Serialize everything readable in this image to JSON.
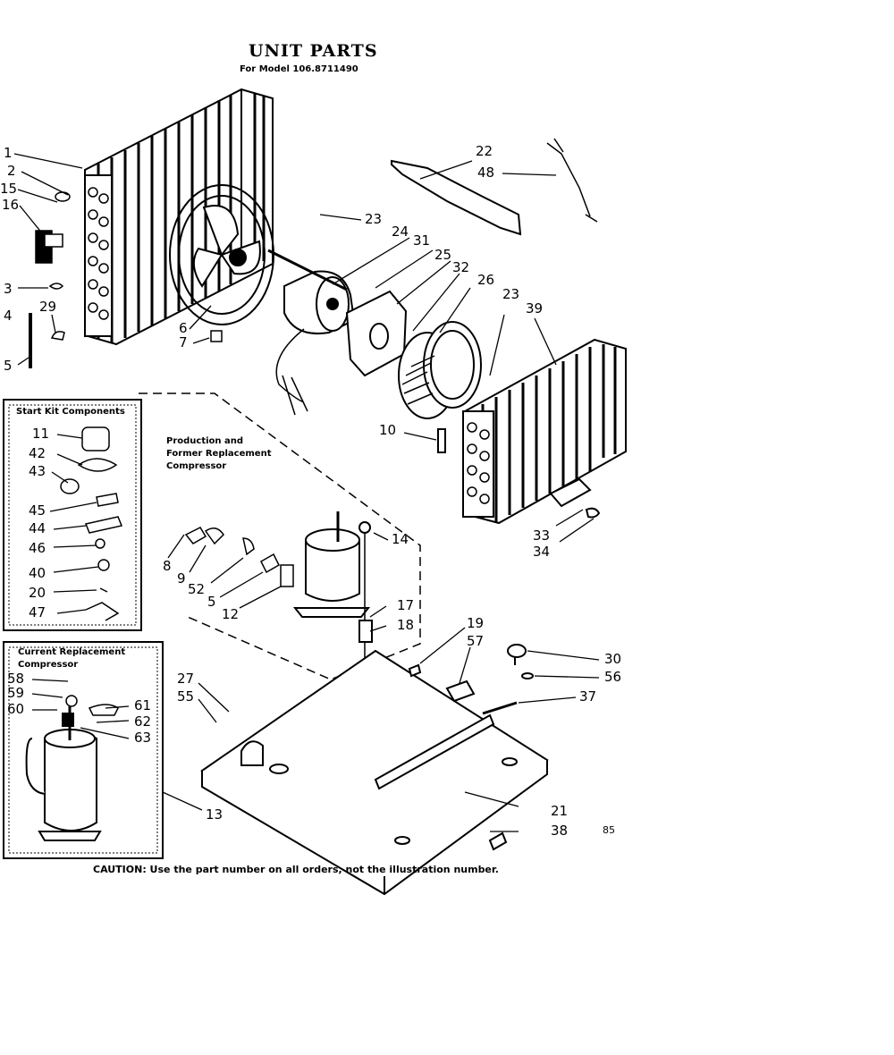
{
  "header": {
    "title": "UNIT PARTS",
    "subtitle": "For Model 106.8711490"
  },
  "start_kit_box": {
    "title": "Start Kit Components"
  },
  "production_note": {
    "lines": [
      "Production and",
      "Former Replacement",
      "Compressor"
    ]
  },
  "current_box": {
    "lines": [
      "Current Replacement",
      "Compressor"
    ]
  },
  "caution": "CAUTION: Use the part number on all orders, not the illustration number.",
  "code": "85",
  "callouts": {
    "c1": "1",
    "c2": "2",
    "c15": "15",
    "c16": "16",
    "c3": "3",
    "c29": "29",
    "c4": "4",
    "c5": "5",
    "c6": "6",
    "c7": "7",
    "c22": "22",
    "c48": "48",
    "c23a": "23",
    "c24": "24",
    "c31": "31",
    "c25": "25",
    "c32": "32",
    "c26": "26",
    "c23b": "23",
    "c39": "39",
    "c10": "10",
    "c33": "33",
    "c34": "34",
    "c11": "11",
    "c42": "42",
    "c43": "43",
    "c45": "45",
    "c44": "44",
    "c46": "46",
    "c40": "40",
    "c20": "20",
    "c47": "47",
    "c8": "8",
    "c9": "9",
    "c52": "52",
    "c5b": "5",
    "c12": "12",
    "c14": "14",
    "c17": "17",
    "c18": "18",
    "c19": "19",
    "c57": "57",
    "c30": "30",
    "c56": "56",
    "c37": "37",
    "c27": "27",
    "c55": "55",
    "c58": "58",
    "c59": "59",
    "c60": "60",
    "c61": "61",
    "c62": "62",
    "c63": "63",
    "c13": "13",
    "c21": "21",
    "c38": "38"
  }
}
